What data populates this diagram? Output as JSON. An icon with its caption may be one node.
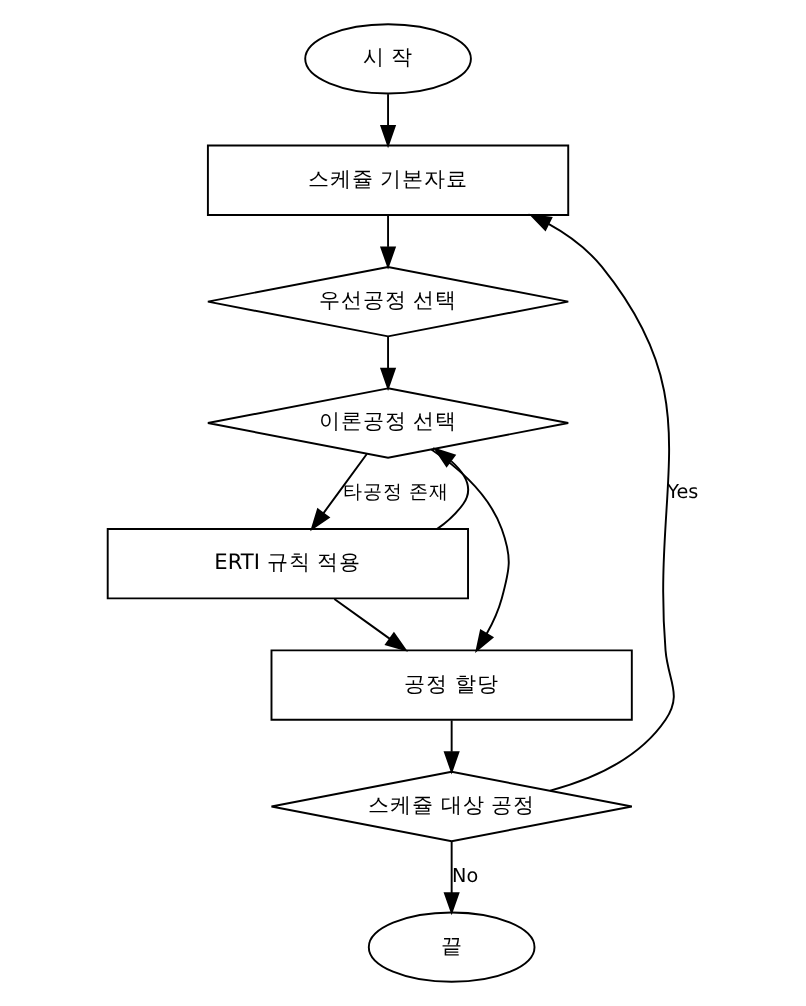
{
  "diagram": {
    "nodes": [
      {
        "text": [
          "시 작"
        ]
      },
      {
        "text": [
          "스케쥴 기본자료"
        ]
      },
      {
        "text": [
          "우선공정 선택"
        ]
      },
      {
        "text": [
          "이론공정 선택"
        ]
      },
      {
        "text": [
          "ERTI 규칙 적용"
        ]
      },
      {
        "text": [
          "공정 할당"
        ]
      },
      {
        "text": [
          "스케쥴 대상 공정"
        ]
      },
      {
        "text": [
          "끝"
        ]
      }
    ],
    "edges": [
      {
        "from": 0,
        "to": 1,
        "arrow": "to"
      },
      {
        "from": 1,
        "to": 2,
        "arrow": "to"
      },
      {
        "from": 2,
        "to": 3,
        "arrow": "to"
      },
      {
        "from": 3,
        "to": 4,
        "arrow": "to",
        "label": "타공정 존재"
      },
      {
        "from": 4,
        "to": 3,
        "arrow": "to"
      },
      {
        "from": 3,
        "to": 5,
        "arrow": "to"
      },
      {
        "from": 4,
        "to": 5,
        "arrow": "to"
      },
      {
        "from": 5,
        "to": 6,
        "arrow": "to"
      },
      {
        "from": 6,
        "to": 1,
        "arrow": "to",
        "label": "Yes"
      },
      {
        "from": 6,
        "to": 7,
        "arrow": "to",
        "label": "No"
      }
    ]
  }
}
